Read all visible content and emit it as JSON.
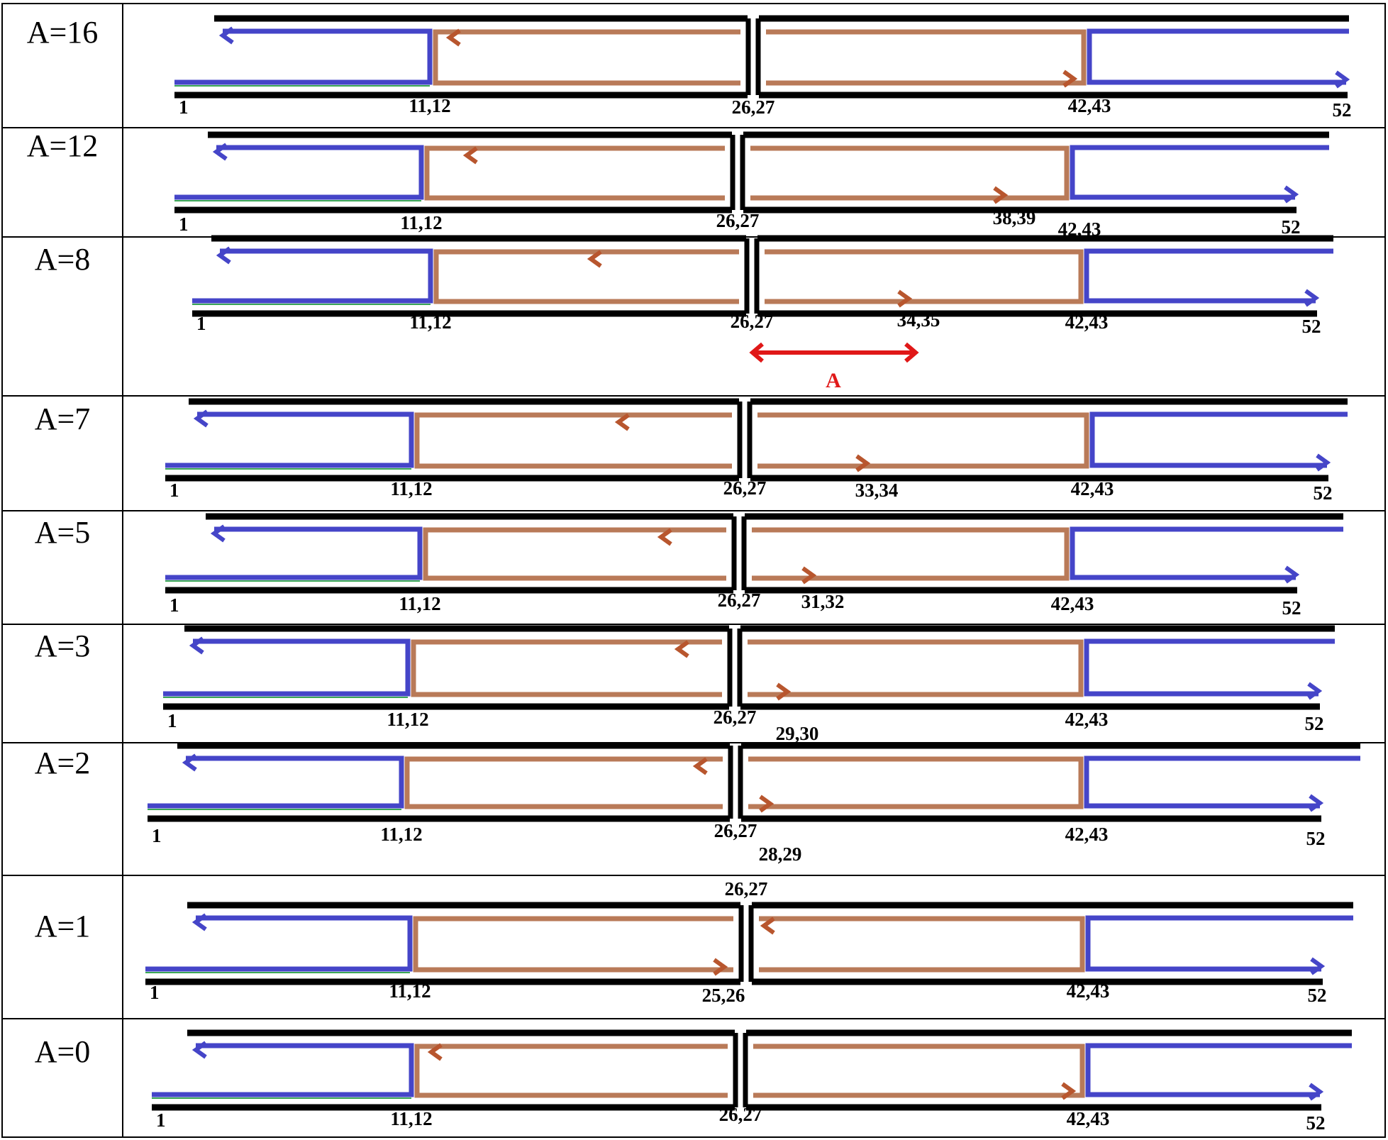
{
  "colors": {
    "grid": "#000000",
    "rail": "#000000",
    "outer_path": "#4545c8",
    "inner_path": "#b97a58",
    "arrow_tip": "#b8562e",
    "accent_green": "#3aa655",
    "annotation": "#e01818"
  },
  "annotation_label": "A",
  "rows": [
    {
      "label": "A=16",
      "start": "1",
      "left_pair": "11,12",
      "center_pair": "26,27",
      "mid_pair": "",
      "right_pair": "42,43",
      "end": "52"
    },
    {
      "label": "A=12",
      "start": "1",
      "left_pair": "11,12",
      "center_pair": "26,27",
      "mid_pair": "38,39",
      "right_pair": "42,43",
      "end": "52"
    },
    {
      "label": "A=8",
      "start": "1",
      "left_pair": "11,12",
      "center_pair": "26,27",
      "mid_pair": "34,35",
      "right_pair": "42,43",
      "end": "52"
    },
    {
      "label": "A=7",
      "start": "1",
      "left_pair": "11,12",
      "center_pair": "26,27",
      "mid_pair": "33,34",
      "right_pair": "42,43",
      "end": "52"
    },
    {
      "label": "A=5",
      "start": "1",
      "left_pair": "11,12",
      "center_pair": "26,27",
      "mid_pair": "31,32",
      "right_pair": "42,43",
      "end": "52"
    },
    {
      "label": "A=3",
      "start": "1",
      "left_pair": "11,12",
      "center_pair": "26,27",
      "mid_pair": "29,30",
      "right_pair": "42,43",
      "end": "52"
    },
    {
      "label": "A=2",
      "start": "1",
      "left_pair": "11,12",
      "center_pair": "26,27",
      "mid_pair": "28,29",
      "right_pair": "42,43",
      "end": "52"
    },
    {
      "label": "A=1",
      "start": "1",
      "left_pair": "11,12",
      "center_pair": "26,27",
      "mid_pair": "25,26",
      "right_pair": "42,43",
      "end": "52"
    },
    {
      "label": "A=0",
      "start": "1",
      "left_pair": "11,12",
      "center_pair": "26,27",
      "mid_pair": "",
      "right_pair": "42,43",
      "end": "52"
    }
  ]
}
